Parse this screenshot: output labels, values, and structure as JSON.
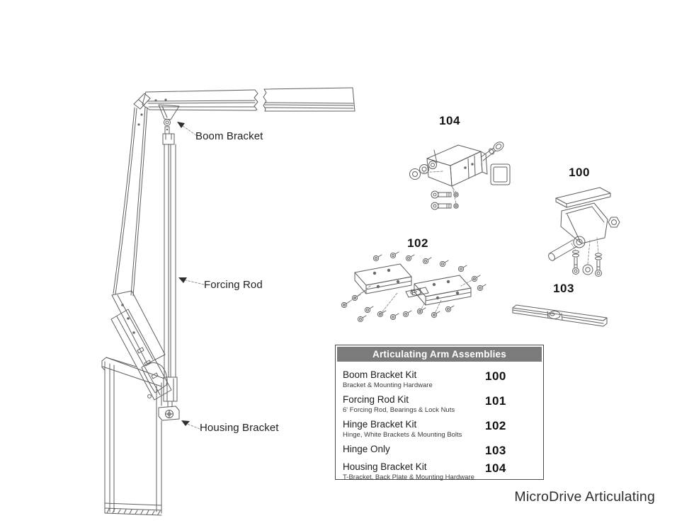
{
  "colors": {
    "background": "#ffffff",
    "line_art": "#5f5f5f",
    "label_text": "#1f1f1f",
    "table_border": "#4a4a4a",
    "table_header_bg": "#7b7b7b",
    "table_header_text": "#ffffff",
    "footer_text": "#2e2e2e"
  },
  "diagram": {
    "labels": [
      {
        "id": "boom-bracket",
        "text": "Boom Bracket"
      },
      {
        "id": "forcing-rod",
        "text": "Forcing Rod"
      },
      {
        "id": "housing-bracket",
        "text": "Housing Bracket"
      }
    ],
    "callouts": [
      {
        "part": "housing-bracket-kit-view",
        "number": "104"
      },
      {
        "part": "boom-bracket-kit-view",
        "number": "100"
      },
      {
        "part": "hinge-bracket-kit-view",
        "number": "102"
      },
      {
        "part": "hinge-only-view",
        "number": "103"
      }
    ]
  },
  "parts_table": {
    "title": "Articulating Arm Assemblies",
    "rows": [
      {
        "name": "Boom Bracket Kit",
        "description": "Bracket & Mounting Hardware",
        "number": "100"
      },
      {
        "name": "Forcing Rod Kit",
        "description": "6' Forcing Rod, Bearings & Lock Nuts",
        "number": "101"
      },
      {
        "name": "Hinge Bracket Kit",
        "description": "Hinge, White Brackets & Mounting Bolts",
        "number": "102"
      },
      {
        "name": "Hinge Only",
        "description": "",
        "number": "103"
      },
      {
        "name": "Housing Bracket Kit",
        "description": "T-Bracket, Back Plate & Mounting Hardware",
        "number": "104"
      }
    ]
  },
  "footer": {
    "brand": "MicroDrive Articulating"
  }
}
